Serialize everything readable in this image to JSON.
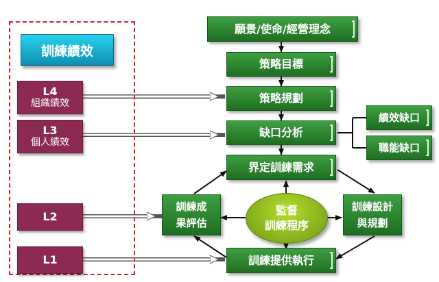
{
  "training_performance": "訓練績效",
  "levels": [
    {
      "code": "L4",
      "sub": "組織績效"
    },
    {
      "code": "L3",
      "sub": "個人績效"
    },
    {
      "code": "L2",
      "sub": ""
    },
    {
      "code": "L1",
      "sub": ""
    }
  ],
  "steps": {
    "vision": "願景/使命/經營理念",
    "strategy_goal": "策略目標",
    "strategy_plan": "策略規劃",
    "gap_analysis": "缺口分析",
    "define_needs": "界定訓練需求",
    "design": "訓練設計\n與規劃",
    "delivery": "訓練提供執行",
    "evaluation": "訓練成\n果評估"
  },
  "gaps": {
    "performance_gap": "績效缺口",
    "competency_gap": "職能缺口"
  },
  "center": "監督\n訓練程序",
  "colors": {
    "green": "#2e8b31",
    "teal": "#19b0d3",
    "maroon": "#8d2a54",
    "lime": "#8fbf1f",
    "dashed_border": "#d21e26"
  }
}
